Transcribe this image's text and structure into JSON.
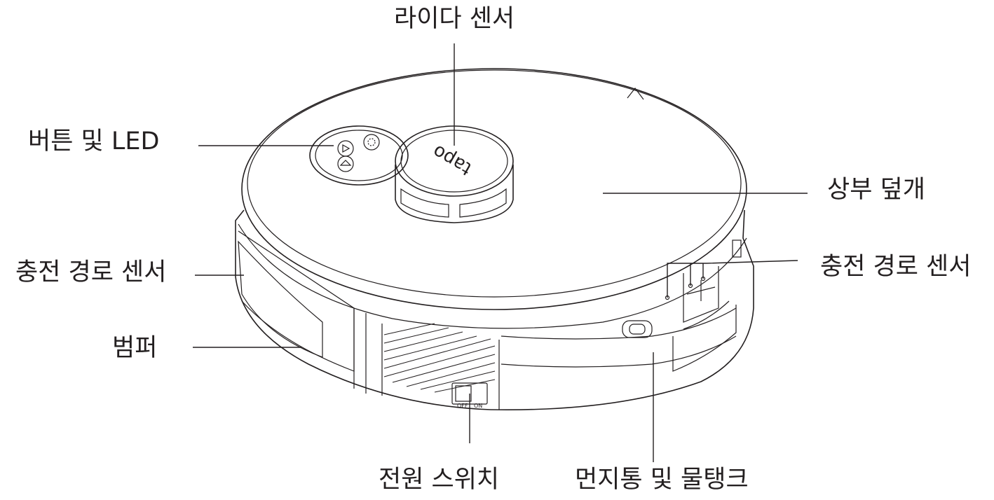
{
  "labels": {
    "lidar_sensor": "라이다 센서",
    "buttons_led": "버튼 및  LED",
    "top_cover": "상부 덮개",
    "dock_sensor_left": "충전 경로 센서",
    "dock_sensor_right": "충전 경로 센서",
    "bumper": "범퍼",
    "power_switch": "전원 스위치",
    "dustbin_tank": "먼지통 및 물탱크"
  },
  "device": {
    "logo": "tapo",
    "switch_off": "OFF",
    "switch_on": "ON"
  },
  "colors": {
    "line": "#231f20",
    "background": "#ffffff"
  }
}
